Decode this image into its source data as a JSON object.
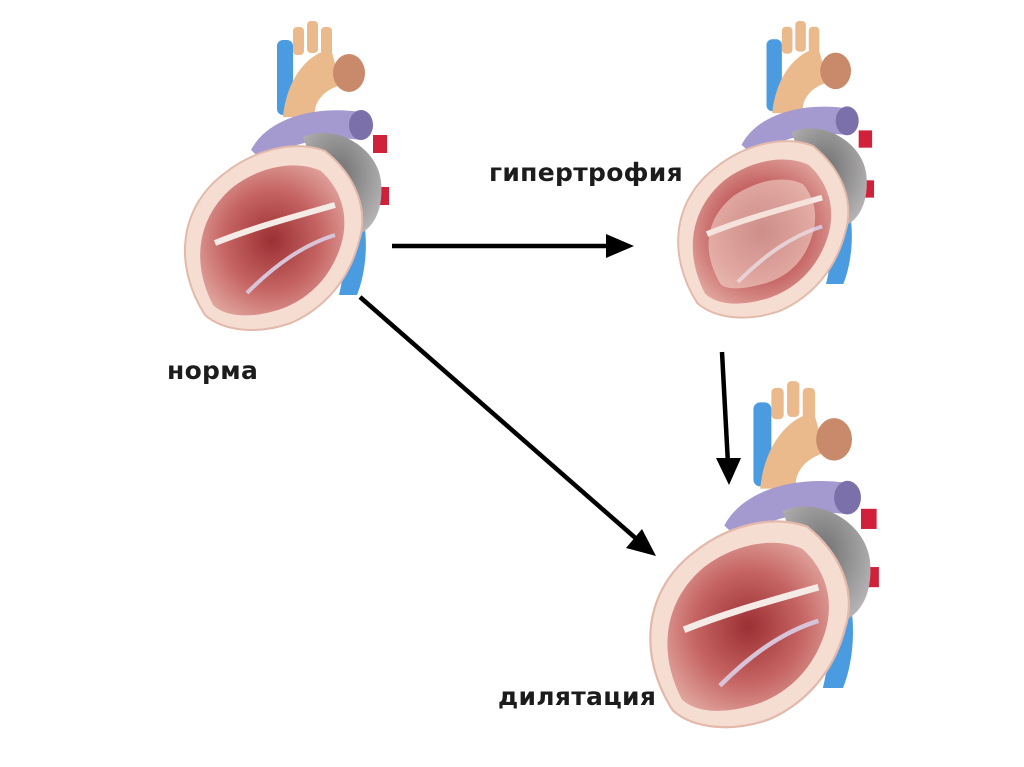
{
  "labels": {
    "normal": "норма",
    "hypertrophy": "гипертрофия",
    "dilation": "дилятация"
  },
  "colors": {
    "background": "#ffffff",
    "arrow": "#000000",
    "vein_blue": "#4a9be0",
    "aorta_peach": "#eab98c",
    "pulmonary_purple": "#a49ad0",
    "atrium_gray": "#9a9898",
    "myocardium_red": "#b24a4a",
    "wall_pink": "#f6ddd2",
    "vessel_red": "#d0203a"
  },
  "icons": [
    "heart-normal",
    "heart-hypertrophy",
    "heart-dilation"
  ]
}
